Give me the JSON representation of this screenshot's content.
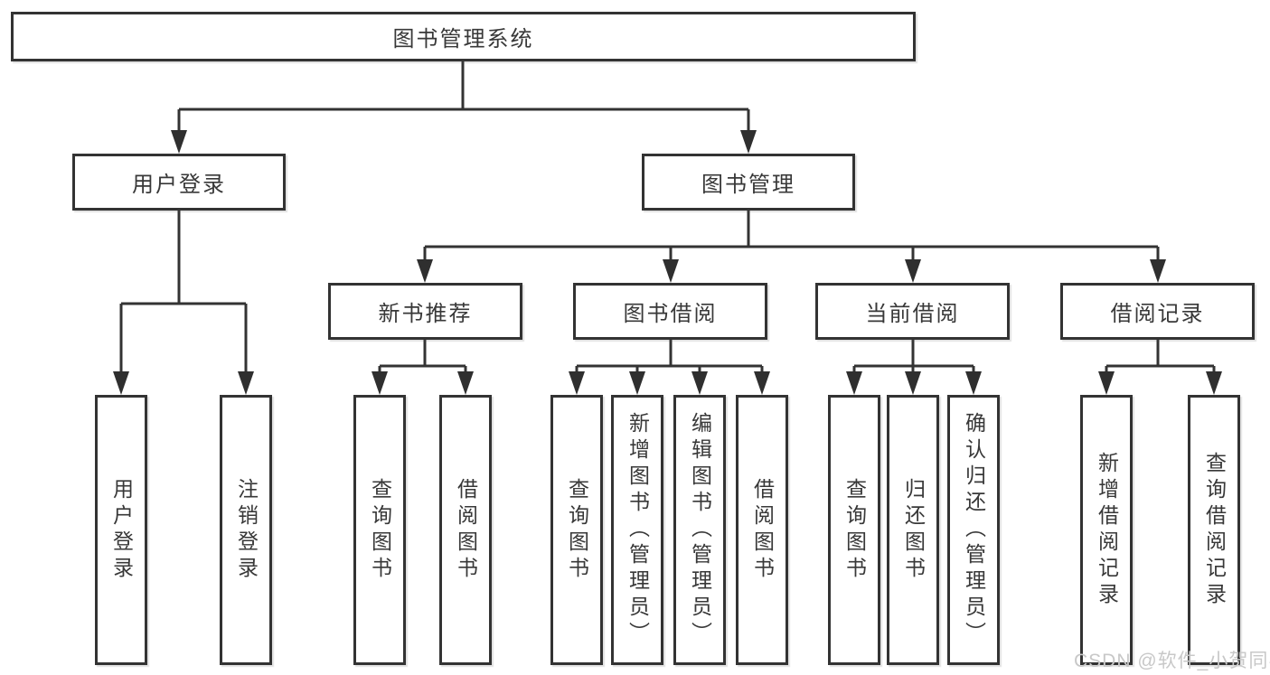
{
  "tree": {
    "root": {
      "label": "图书管理系统"
    },
    "branches": [
      {
        "label": "用户登录",
        "children": [
          "用户登录",
          "注销登录"
        ]
      },
      {
        "label": "图书管理",
        "modules": [
          {
            "label": "新书推荐",
            "children": [
              "查询图书",
              "借阅图书"
            ]
          },
          {
            "label": "图书借阅",
            "children": [
              "查询图书",
              "新增图书（管理员）",
              "编辑图书（管理员）",
              "借阅图书"
            ]
          },
          {
            "label": "当前借阅",
            "children": [
              "查询图书",
              "归还图书",
              "确认归还（管理员）"
            ]
          },
          {
            "label": "借阅记录",
            "children": [
              "新增借阅记录",
              "查询借阅记录"
            ]
          }
        ]
      }
    ]
  },
  "watermark": {
    "text": "CSDN @软件_小贺同学",
    "color": "#c8c8c8"
  },
  "colors": {
    "line": "#333333",
    "border": "#333333",
    "text": "#383838",
    "box_background": "#ffffff",
    "page_background": "#ffffff",
    "watermark": "#c8c8c8"
  }
}
